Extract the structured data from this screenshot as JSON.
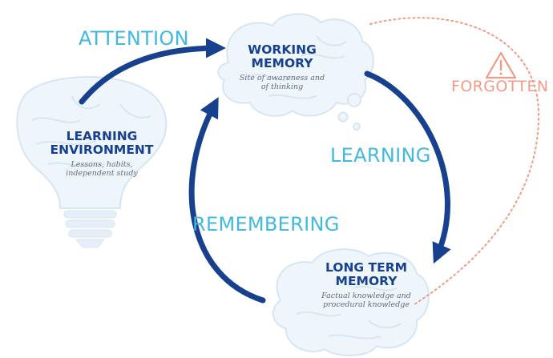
{
  "nodes": {
    "working_memory": {
      "title_line1": "WORKING",
      "title_line2": "MEMORY",
      "subtitle_line1": "Site of awareness and",
      "subtitle_line2": "of thinking"
    },
    "learning_environment": {
      "title_line1": "LEARNING",
      "title_line2": "ENVIRONMENT",
      "subtitle_line1": "Lessons, habits,",
      "subtitle_line2": "independent study"
    },
    "long_term_memory": {
      "title_line1": "LONG TERM",
      "title_line2": "MEMORY",
      "subtitle_line1": "Factual knowledge and",
      "subtitle_line2": "procedural knowledge"
    }
  },
  "processes": {
    "attention": "ATTENTION",
    "learning": "LEARNING",
    "remembering": "REMEMBERING",
    "forgotten": "FORGOTTEN"
  },
  "colors": {
    "arrow": "#17418f",
    "process_text": "#42b9df",
    "forgotten": "#f19a86",
    "node_title": "#17418f",
    "brain_fill": "#eef5fb",
    "brain_stroke": "#d6e6f3"
  },
  "icons": {
    "learning_environment": "lightbulb-brain-icon",
    "working_memory": "thought-cloud-brain-icon",
    "long_term_memory": "brain-icon",
    "forgotten": "warning-triangle-icon"
  }
}
